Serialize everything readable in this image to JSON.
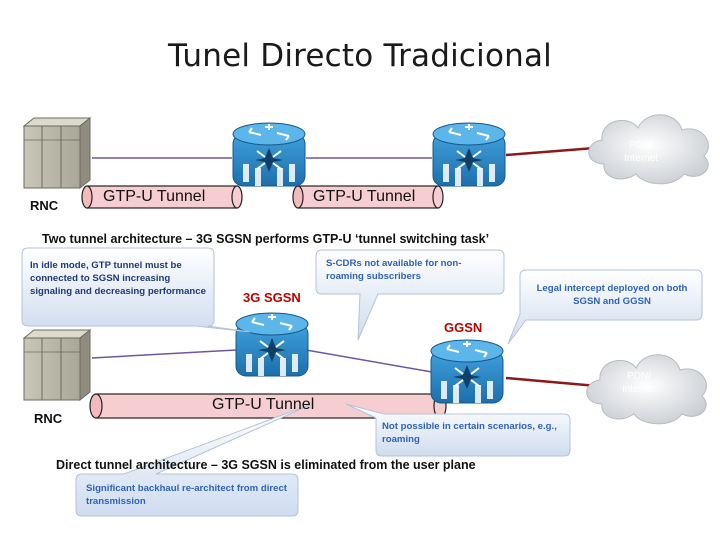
{
  "title": "Tunel Directo Tradicional",
  "top": {
    "rnc_label": "RNC",
    "tunnel_1": "GTP-U Tunnel",
    "tunnel_2": "GTP-U Tunnel",
    "cloud_label": "PDN/ Internet",
    "caption": "Two tunnel architecture – 3G SGSN performs GTP-U ‘tunnel switching task’"
  },
  "bottom": {
    "rnc_label": "RNC",
    "tunnel": "GTP-U Tunnel",
    "sgsn_label": "3G SGSN",
    "ggsn_label": "GGSN",
    "cloud_label": "PDN/ Internet",
    "caption": "Direct tunnel architecture – 3G SGSN is eliminated from the user plane"
  },
  "callouts": {
    "idle_mode": "In idle mode, GTP tunnel must be connected to SGSN increasing signaling and decreasing performance",
    "s_cdrs": "S-CDRs not available for non-roaming subscribers",
    "legal_intercept": "Legal intercept deployed on both SGSN and GGSN",
    "not_possible": "Not possible in certain scenarios, e.g., roaming",
    "backhaul": "Significant backhaul re-architect from direct transmission"
  },
  "colors": {
    "router_blue": "#2b86c7",
    "tunnel_fill": "#f6cdd0",
    "link_red": "#8b1a1a",
    "callout_fill": "#dde8f6",
    "highlight_red": "#c00000"
  }
}
